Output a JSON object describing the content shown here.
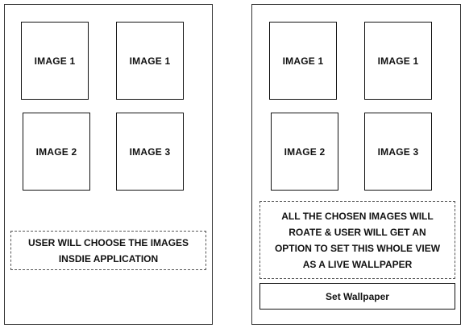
{
  "left_panel": {
    "images": [
      "IMAGE 1",
      "IMAGE 1",
      "IMAGE 2",
      "IMAGE 3"
    ],
    "note_lines": [
      "USER WILL CHOOSE THE IMAGES",
      "INSDIE APPLICATION"
    ]
  },
  "right_panel": {
    "images": [
      "IMAGE 1",
      "IMAGE 1",
      "IMAGE 2",
      "IMAGE 3"
    ],
    "note_lines": [
      "ALL THE CHOSEN IMAGES WILL",
      "ROATE & USER WILL GET AN",
      "OPTION TO SET THIS WHOLE VIEW",
      "AS A LIVE WALLPAPER"
    ],
    "button_label": "Set Wallpaper"
  }
}
